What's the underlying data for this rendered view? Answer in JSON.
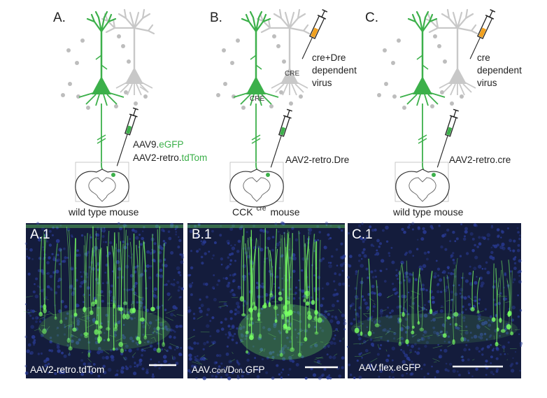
{
  "panels": [
    {
      "letter": "A.",
      "injection_prefix": "AAV9.",
      "injection_highlight": "eGFP",
      "retro_prefix": "AAV2-retro.",
      "retro_highlight": "tdTom",
      "mouse": "wild type mouse"
    },
    {
      "letter": "B.",
      "cortex_virus_lines": [
        "cre+Dre",
        "dependent",
        "virus"
      ],
      "cre_tag_ghost": "CRE",
      "cre_tag_soma": "CRE",
      "retro_virus": "AAV2-retro.Dre",
      "mouse_prefix": "CCK",
      "mouse_superscript": "cre",
      "mouse_suffix": "mouse"
    },
    {
      "letter": "C.",
      "cortex_virus_lines": [
        "cre",
        "dependent",
        "virus"
      ],
      "retro_virus": "AAV2-retro.cre",
      "mouse": "wild type mouse"
    }
  ],
  "micrographs": [
    {
      "letter": "A.1",
      "label": "AAV2-retro.tdTom"
    },
    {
      "letter": "B.1",
      "label_prefix": "AAV.",
      "label_small1": "Con",
      "label_mid": "/D",
      "label_small2": "on",
      "label_suffix": ".GFP"
    },
    {
      "letter": "C.1",
      "label": "AAV.flex.eGFP"
    }
  ],
  "colors": {
    "neuron_green": "#3cb04a",
    "label_green": "#3cb04a",
    "ghost_gray": "#c8c8c8",
    "dot_gray": "#bdbdbd",
    "syringe_fill": "#f0a01e",
    "micrograph_background": "#141c3c",
    "nuclei_blue": "#2a3c98",
    "gfp_green": "#78ff64"
  }
}
